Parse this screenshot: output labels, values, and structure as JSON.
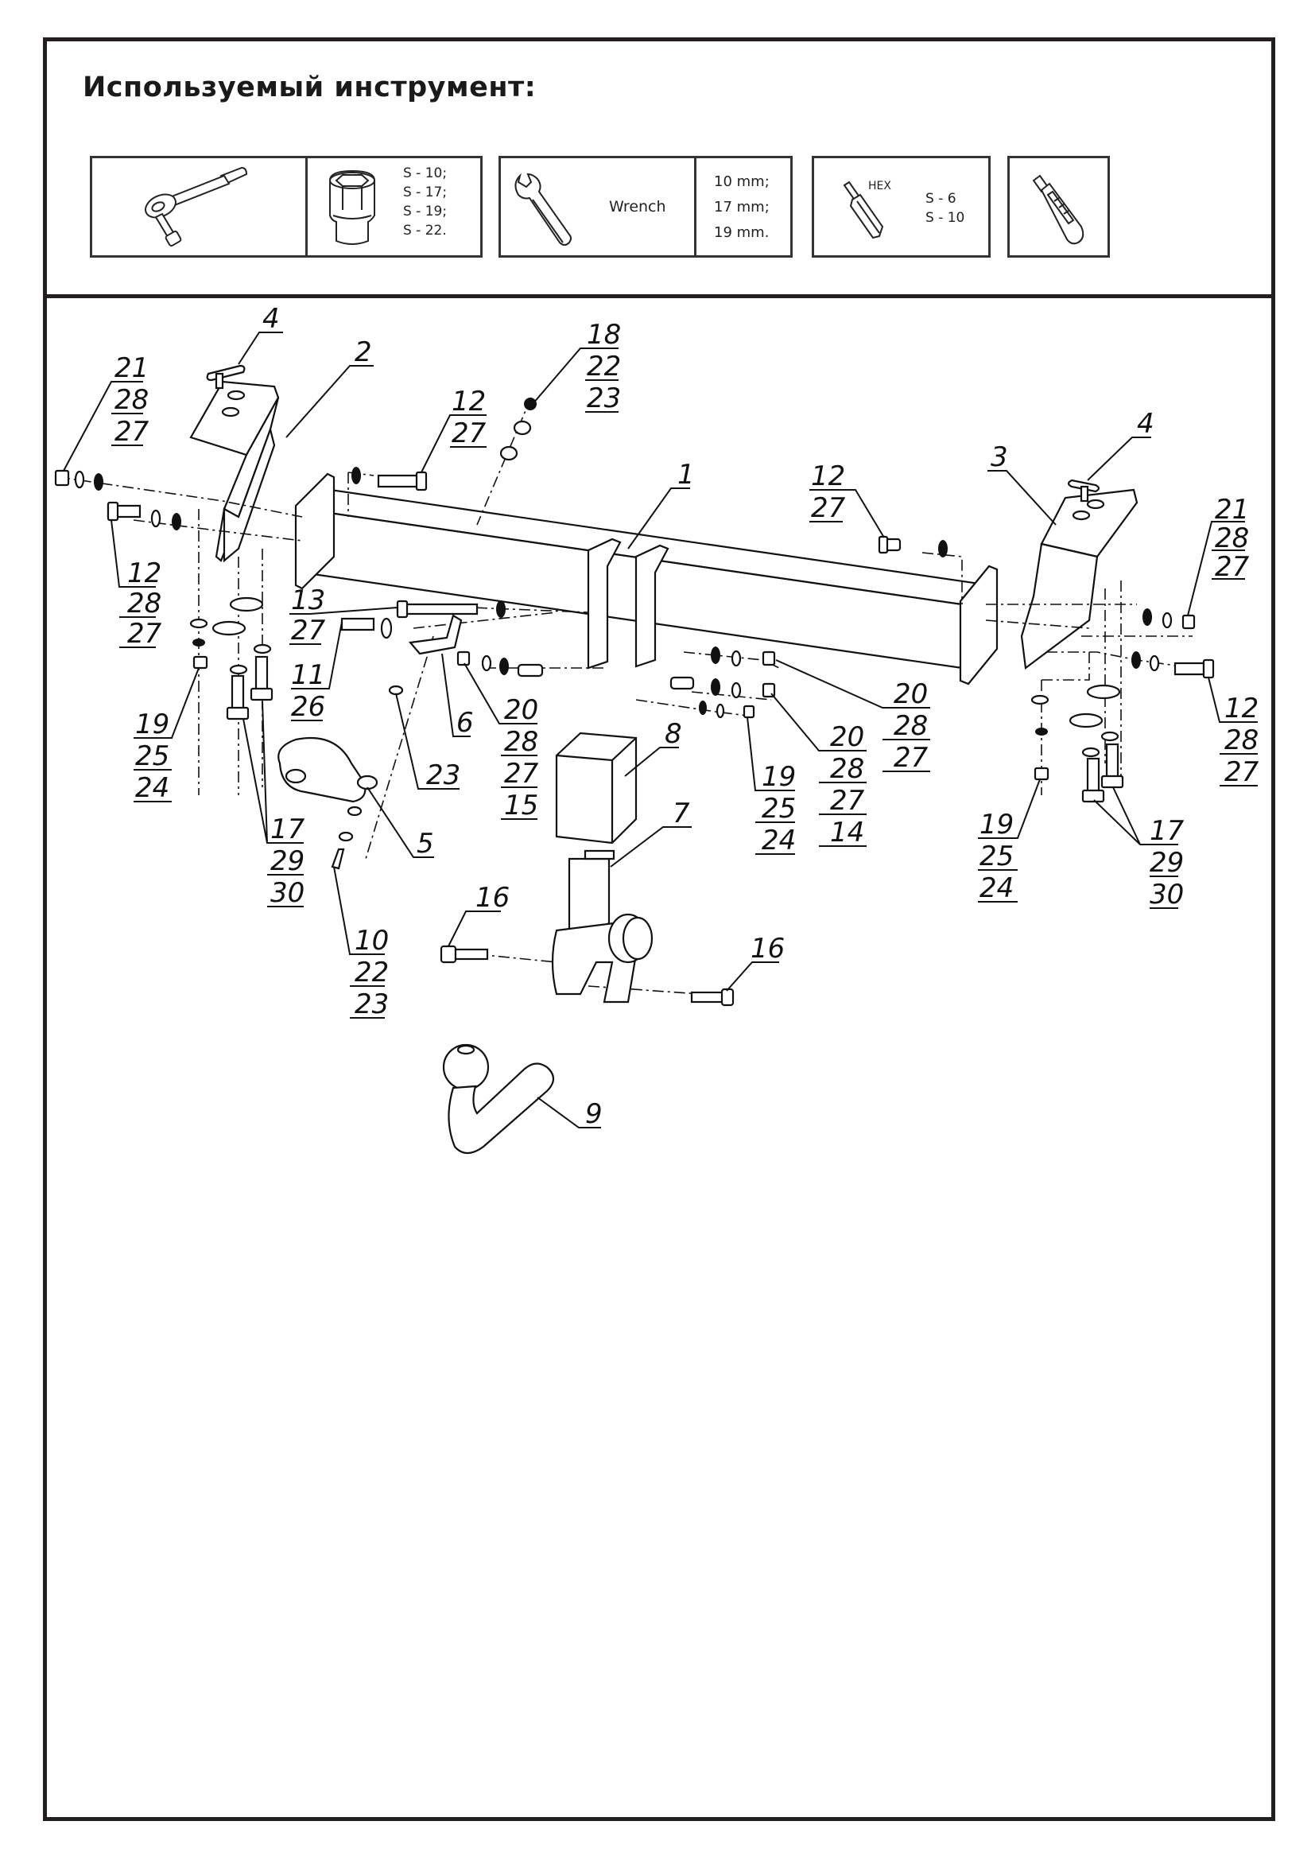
{
  "header": {
    "title": "Используемый инструмент:"
  },
  "tools": [
    {
      "id": "ratchet-socket",
      "icon": "ratchet-icon",
      "secondary_icon": "socket-icon",
      "sizes": [
        "S - 10;",
        "S - 17;",
        "S - 19;",
        "S - 22."
      ]
    },
    {
      "id": "wrench",
      "icon": "wrench-icon",
      "label": "Wrench",
      "sizes": [
        "10 mm;",
        "17 mm;",
        "19 mm."
      ]
    },
    {
      "id": "hex-bit",
      "icon": "hex-bit-icon",
      "label": "HEX",
      "sizes": [
        "S - 6",
        "S - 10"
      ]
    },
    {
      "id": "utility-knife",
      "icon": "utility-knife-icon"
    }
  ],
  "diagram": {
    "type": "exploded-assembly",
    "callouts": [
      {
        "id": "c4-left",
        "lines": [
          "4"
        ]
      },
      {
        "id": "c2",
        "lines": [
          "2"
        ]
      },
      {
        "id": "c21-left",
        "lines": [
          "21",
          "28",
          "27"
        ]
      },
      {
        "id": "c12-top-left",
        "lines": [
          "12",
          "27"
        ]
      },
      {
        "id": "c18",
        "lines": [
          "18",
          "22",
          "23"
        ]
      },
      {
        "id": "c1",
        "lines": [
          "1"
        ]
      },
      {
        "id": "c12-top-right",
        "lines": [
          "12",
          "27"
        ]
      },
      {
        "id": "c3",
        "lines": [
          "3"
        ]
      },
      {
        "id": "c4-right",
        "lines": [
          "4"
        ]
      },
      {
        "id": "c21-right",
        "lines": [
          "21",
          "28",
          "27"
        ]
      },
      {
        "id": "c12-left",
        "lines": [
          "12",
          "28",
          "27"
        ]
      },
      {
        "id": "c13",
        "lines": [
          "13",
          "27"
        ]
      },
      {
        "id": "c11",
        "lines": [
          "11",
          "26"
        ]
      },
      {
        "id": "c19-left",
        "lines": [
          "19",
          "25",
          "24"
        ]
      },
      {
        "id": "c6",
        "lines": [
          "6"
        ]
      },
      {
        "id": "c20-left",
        "lines": [
          "20",
          "28",
          "27",
          "15"
        ]
      },
      {
        "id": "c23",
        "lines": [
          "23"
        ]
      },
      {
        "id": "c17-left",
        "lines": [
          "17",
          "29",
          "30"
        ]
      },
      {
        "id": "c5",
        "lines": [
          "5"
        ]
      },
      {
        "id": "c8",
        "lines": [
          "8"
        ]
      },
      {
        "id": "c19-mid",
        "lines": [
          "19",
          "25",
          "24"
        ]
      },
      {
        "id": "c20-mid",
        "lines": [
          "20",
          "28",
          "27",
          "14"
        ]
      },
      {
        "id": "c20-right",
        "lines": [
          "20",
          "28",
          "27"
        ]
      },
      {
        "id": "c12-right",
        "lines": [
          "12",
          "28",
          "27"
        ]
      },
      {
        "id": "c19-right",
        "lines": [
          "19",
          "25",
          "24"
        ]
      },
      {
        "id": "c17-right",
        "lines": [
          "17",
          "29",
          "30"
        ]
      },
      {
        "id": "c7",
        "lines": [
          "7"
        ]
      },
      {
        "id": "c16-left",
        "lines": [
          "16"
        ]
      },
      {
        "id": "c16-right",
        "lines": [
          "16"
        ]
      },
      {
        "id": "c10",
        "lines": [
          "10",
          "22",
          "23"
        ]
      },
      {
        "id": "c9",
        "lines": [
          "9"
        ]
      }
    ]
  }
}
